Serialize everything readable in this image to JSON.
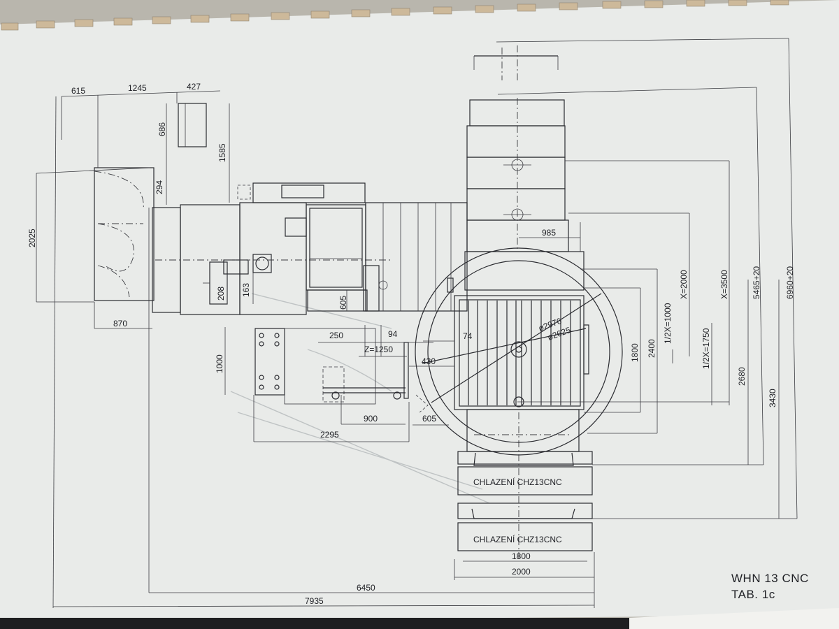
{
  "colors": {
    "paper": "#e9ebe9",
    "ink": "#2a2b30",
    "background": "#b9b6ad"
  },
  "title": {
    "model": "WHN 13 CNC",
    "table": "TAB. 1c"
  },
  "coolant_labels": [
    "CHLAZENÍ CHZ13CNC",
    "CHLAZENÍ CHZ13CNC"
  ],
  "dimensions": {
    "top_615": "615",
    "top_1245": "1245",
    "top_427": "427",
    "v_686": "686",
    "v_1585": "1585",
    "v_294": "294",
    "v_2025": "2025",
    "v_208": "208",
    "v_163": "163",
    "v_605": "605",
    "h_870": "870",
    "h_250": "250",
    "h_94": "94",
    "z_1250": "Z=1250",
    "h_74": "74",
    "h_430": "430",
    "dia_2976": "ø2976",
    "dia_2625": "ø2625",
    "h_985": "985",
    "v_1000": "1000",
    "h_900": "900",
    "h_605b": "605",
    "h_2295": "2295",
    "v_1800": "1800",
    "v_2400": "2400",
    "v_half_x_1000": "1/2X=1000",
    "v_half_x_1750": "1/2X=1750",
    "v_x_2000": "X=2000",
    "v_x_3500": "X=3500",
    "v_2680": "2680",
    "v_3430": "3430",
    "v_5465": "5465+20",
    "v_6960": "6960+20",
    "h_1800": "1800",
    "h_2000": "2000",
    "h_6450": "6450",
    "h_7935": "7935"
  }
}
